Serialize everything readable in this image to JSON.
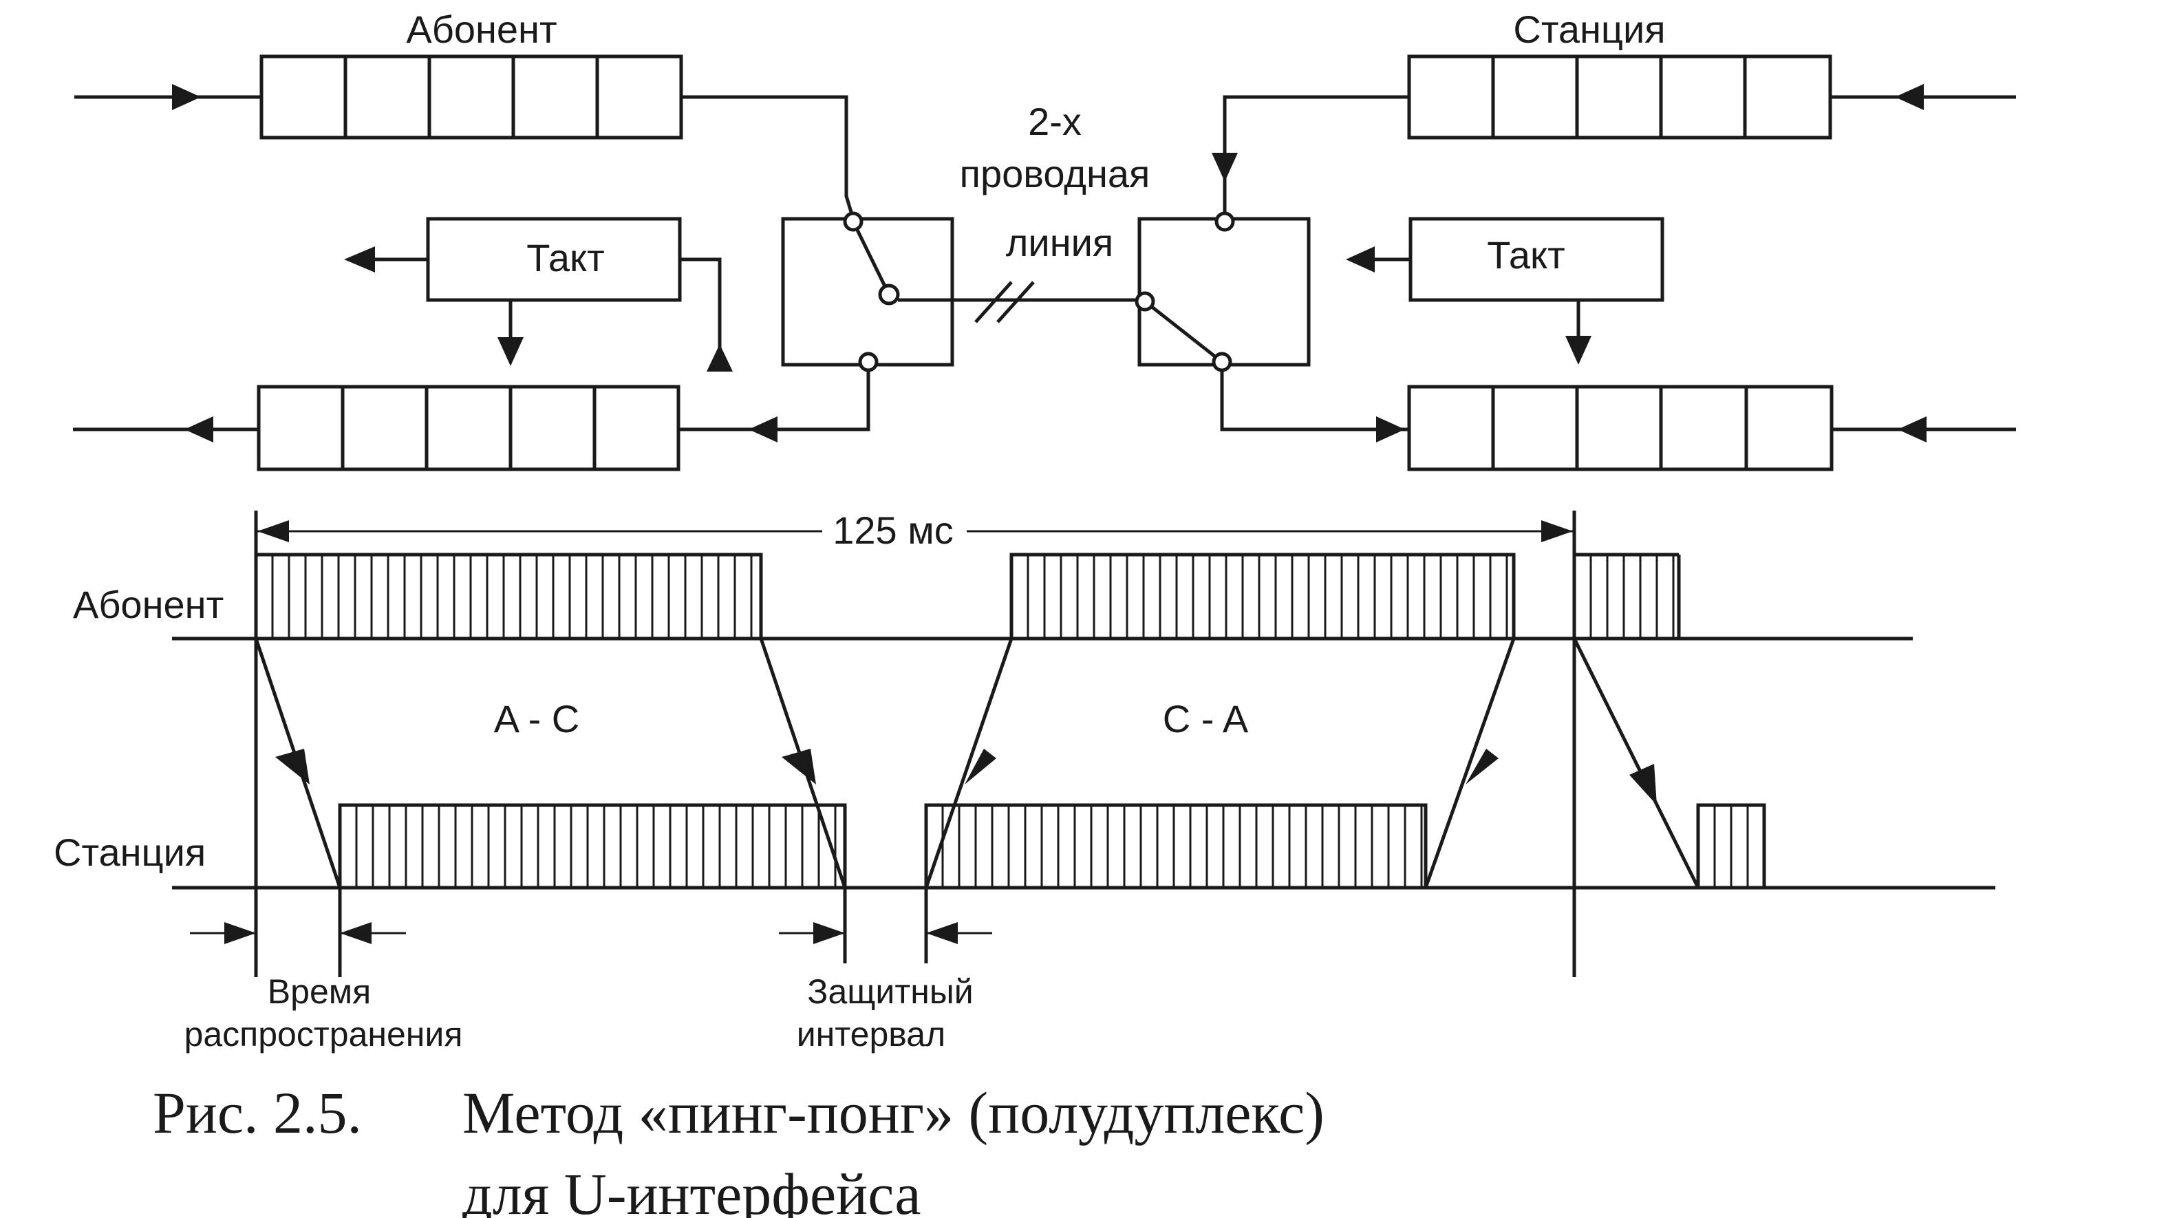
{
  "block_diagram": {
    "subscriber_label": "Абонент",
    "station_label": "Станция",
    "clock_left": "Такт",
    "clock_right": "Такт",
    "line_label_1": "2-х",
    "line_label_2": "проводная",
    "line_label_3": "линия",
    "register_cells": 5
  },
  "timing_diagram": {
    "period_label": "125 мс",
    "subscriber_row": "Абонент",
    "station_row": "Станция",
    "direction_ac": "A - C",
    "direction_ca": "C - A",
    "propagation_1": "Время",
    "propagation_2": "распространения",
    "guard_1": "Защитный",
    "guard_2": "интервал"
  },
  "caption": {
    "number": "Рис. 2.5.",
    "line1": "Метод «пинг-понг» (полудуплекс)",
    "line2": "для U-интерфейса"
  }
}
